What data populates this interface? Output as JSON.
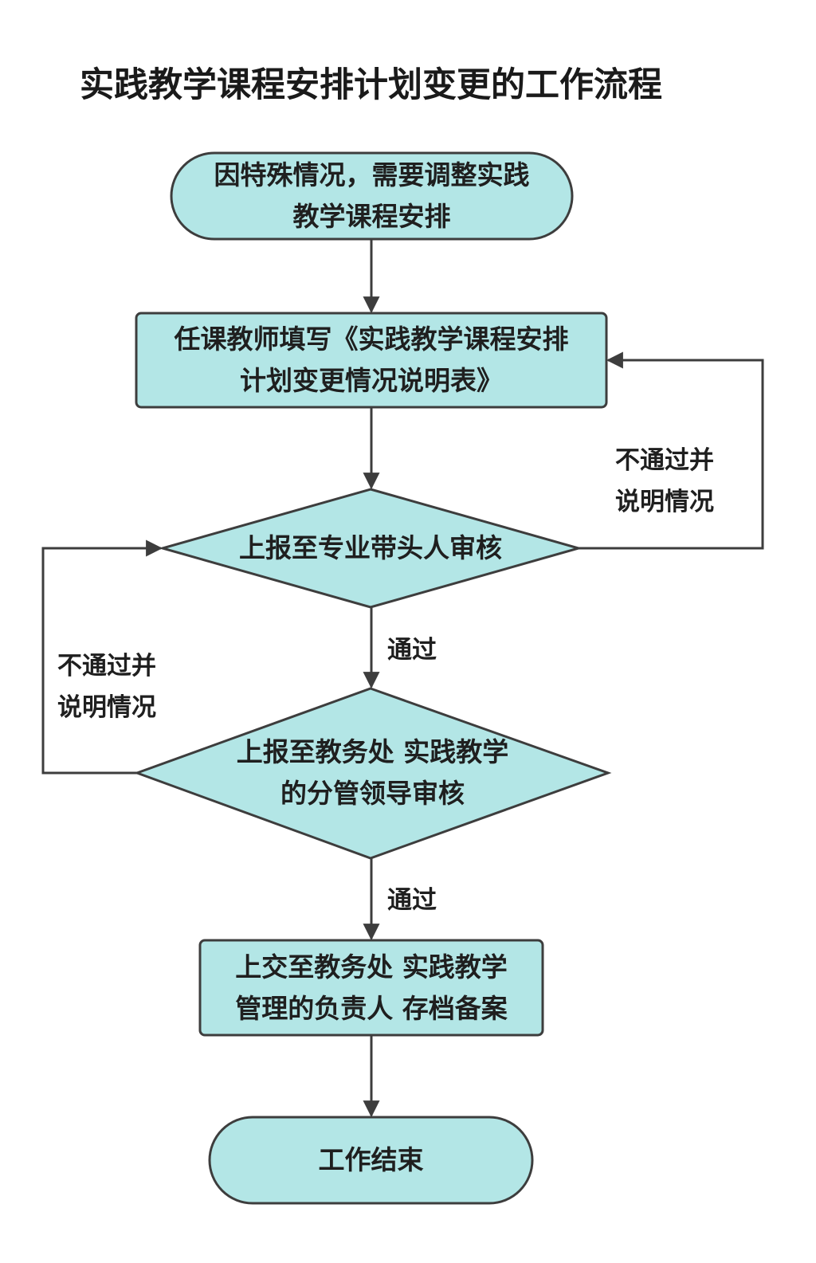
{
  "title": "实践教学课程安排计划变更的工作流程",
  "colors": {
    "node_fill": "#b3e6e6",
    "stroke": "#3d3d3d",
    "text": "#1f1f1f"
  },
  "nodes": {
    "start": {
      "shape": "rounded",
      "lines": [
        "因特殊情况，需要调整实践",
        "教学课程安排"
      ]
    },
    "fill_form": {
      "shape": "rectangle",
      "lines": [
        "任课教师填写《实践教学课程安排",
        "计划变更情况说明表》"
      ]
    },
    "leader_review": {
      "shape": "diamond",
      "lines": [
        "上报至专业带头人审核"
      ]
    },
    "dept_review": {
      "shape": "diamond",
      "lines": [
        "上报至教务处 实践教学",
        "的分管领导审核"
      ]
    },
    "archive": {
      "shape": "rectangle",
      "lines": [
        "上交至教务处 实践教学",
        "管理的负责人 存档备案"
      ]
    },
    "end": {
      "shape": "rounded",
      "lines": [
        "工作结束"
      ]
    }
  },
  "edges": {
    "reject_right": {
      "from": "leader_review",
      "to": "fill_form",
      "lines": [
        "不通过并",
        "说明情况"
      ]
    },
    "pass_1": {
      "from": "leader_review",
      "to": "dept_review",
      "text": "通过"
    },
    "reject_left": {
      "from": "dept_review",
      "to": "leader_review",
      "lines": [
        "不通过并",
        "说明情况"
      ]
    },
    "pass_2": {
      "from": "dept_review",
      "to": "archive",
      "text": "通过"
    }
  }
}
